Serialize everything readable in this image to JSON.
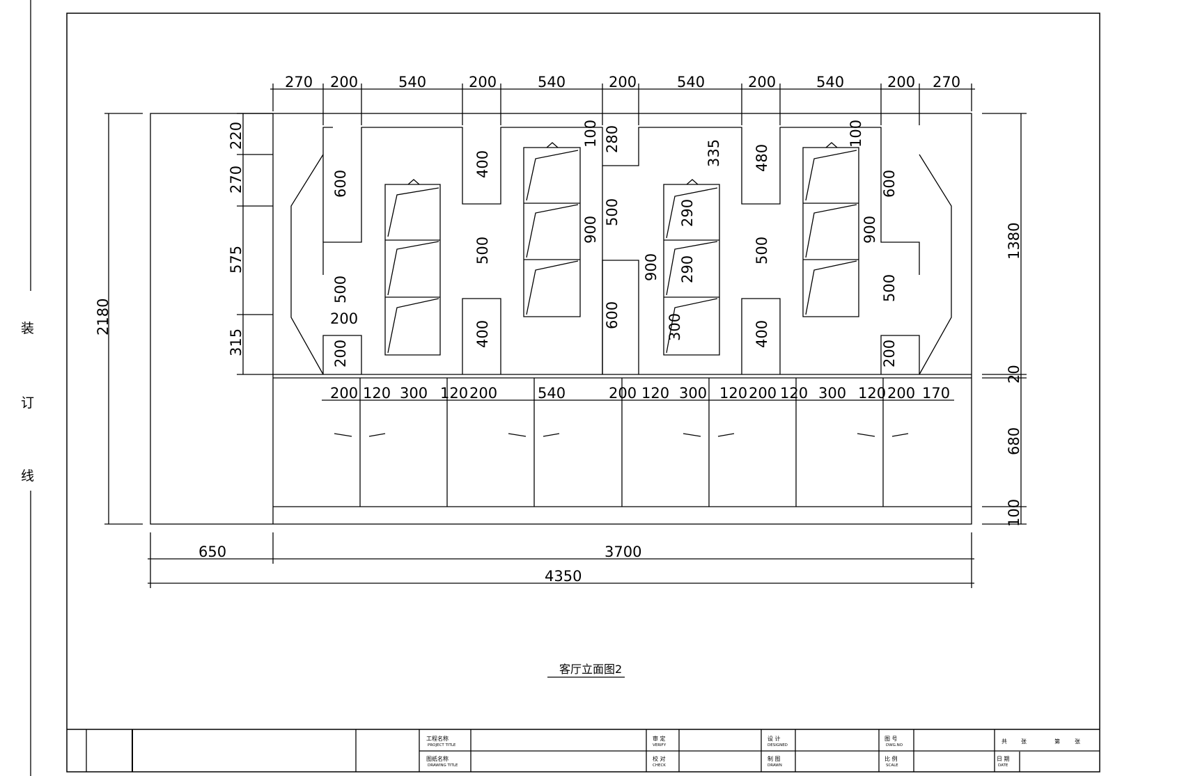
{
  "binding_margin": [
    "装",
    "订",
    "线"
  ],
  "drawing_title": "客厅立面图2",
  "title_block": {
    "project_title": {
      "cn": "工程名称",
      "en": "PROJECT TITLE"
    },
    "drawing_title": {
      "cn": "图纸名称",
      "en": "DRAWING TITLE"
    },
    "verify": {
      "cn": "审 定",
      "en": "VERIFY"
    },
    "check": {
      "cn": "校 对",
      "en": "CHECK"
    },
    "designed": {
      "cn": "设 计",
      "en": "DESIGNED"
    },
    "drawn": {
      "cn": "制 图",
      "en": "DRAWN"
    },
    "dwg_no": {
      "cn": "图 号",
      "en": "DWG.NO"
    },
    "scale": {
      "cn": "比 例",
      "en": "SCALE"
    },
    "sheets": {
      "a": "共",
      "b": "张",
      "c": "第",
      "d": "张"
    },
    "date": {
      "cn": "日 期",
      "en": "DATE"
    }
  },
  "dimensions": {
    "top": [
      "270",
      "200",
      "540",
      "200",
      "540",
      "200",
      "540",
      "200",
      "540",
      "200",
      "270"
    ],
    "counter": [
      "200",
      "120",
      "300",
      "120",
      "200",
      "540",
      "200",
      "120",
      "300",
      "120",
      "200",
      "120",
      "300",
      "120",
      "200",
      "170"
    ],
    "left": [
      "220",
      "270",
      "575",
      "315"
    ],
    "overall_height": "2180",
    "right": [
      "1380",
      "20",
      "680",
      "100"
    ],
    "bottom_parts": [
      "650",
      "3700"
    ],
    "bottom_total": "4350",
    "interior": {
      "bay1": [
        "600",
        "500",
        "200",
        "200"
      ],
      "niche2": [
        "400",
        "500",
        "400"
      ],
      "cab2": [
        "100",
        "900"
      ],
      "mid": [
        "280",
        "500",
        "600",
        "900"
      ],
      "niche3": [
        "335",
        "290",
        "290",
        "300"
      ],
      "post4": [
        "480",
        "500",
        "400"
      ],
      "cab4": [
        "100",
        "900"
      ],
      "bay5": [
        "600",
        "500",
        "200"
      ]
    }
  }
}
